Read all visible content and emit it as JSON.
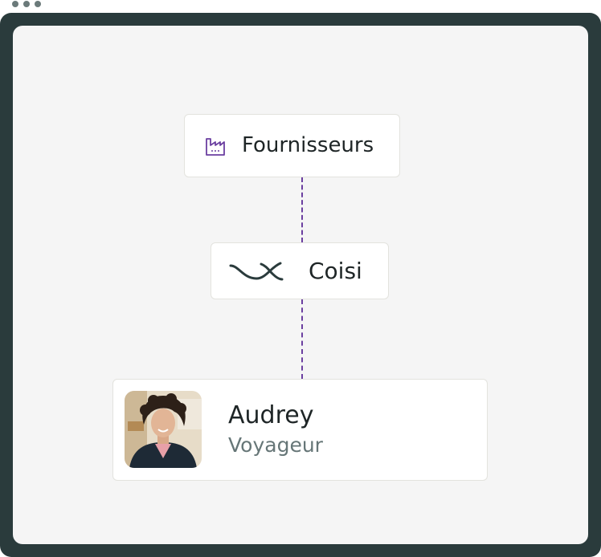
{
  "colors": {
    "frame": "#2a3b3c",
    "canvas": "#f5f5f5",
    "connector": "#6b3fa0",
    "accent_icon": "#6b3fa0",
    "text_primary": "#1e2526",
    "text_secondary": "#667677"
  },
  "nodes": {
    "suppliers": {
      "icon": "factory-icon",
      "label": "Fournisseurs"
    },
    "coisi": {
      "icon": "coisi-logo-icon",
      "label": "Coisi"
    },
    "person": {
      "avatar": "avatar-photo",
      "name": "Audrey",
      "role": "Voyageur"
    }
  }
}
